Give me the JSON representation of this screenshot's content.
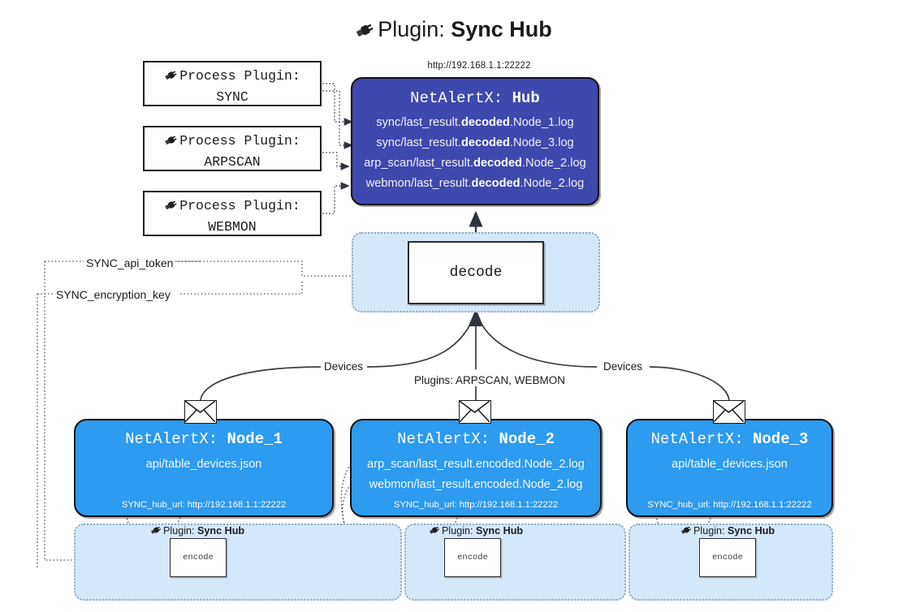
{
  "title": {
    "icon": "plug-icon",
    "prefix": "Plugin: ",
    "name": "Sync Hub"
  },
  "hub": {
    "url": "http://192.168.1.1:22222",
    "label_prefix": "NetAlertX: ",
    "label_name": "Hub",
    "lines": [
      {
        "pre": "sync/last_result.",
        "mid": "decoded",
        "post": ".Node_1.log"
      },
      {
        "pre": "sync/last_result.",
        "mid": "decoded",
        "post": ".Node_3.log"
      },
      {
        "pre": "arp_scan/last_result.",
        "mid": "decoded",
        "post": ".Node_2.log"
      },
      {
        "pre": "webmon/last_result.",
        "mid": "decoded",
        "post": ".Node_2.log"
      }
    ]
  },
  "process_plugins": [
    {
      "icon": "plug-icon",
      "line1": "Process Plugin:",
      "line2": "SYNC"
    },
    {
      "icon": "plug-icon",
      "line1": "Process Plugin:",
      "line2": "ARPSCAN"
    },
    {
      "icon": "plug-icon",
      "line1": "Process Plugin:",
      "line2": "WEBMON"
    }
  ],
  "decode": {
    "label": "decode"
  },
  "keys": {
    "api_token": "SYNC_api_token",
    "encryption_key": "SYNC_encryption_key"
  },
  "edge_labels": {
    "devices_left": "Devices",
    "plugins_center": "Plugins: ARPSCAN, WEBMON",
    "devices_right": "Devices"
  },
  "nodes": [
    {
      "icon": "envelope-icon",
      "label_prefix": "NetAlertX: ",
      "label_name": "Node_1",
      "lines": [
        "api/table_devices.json"
      ],
      "footer": "SYNC_hub_url: http://192.168.1.1:22222"
    },
    {
      "icon": "envelope-icon",
      "label_prefix": "NetAlertX: ",
      "label_name": "Node_2",
      "lines": [
        "arp_scan/last_result.encoded.Node_2.log",
        "webmon/last_result.encoded.Node_2.log"
      ],
      "footer": "SYNC_hub_url: http://192.168.1.1:22222"
    },
    {
      "icon": "envelope-icon",
      "label_prefix": "NetAlertX: ",
      "label_name": "Node_3",
      "lines": [
        "api/table_devices.json"
      ],
      "footer": "SYNC_hub_url: http://192.168.1.1:22222"
    }
  ],
  "encode_groups": [
    {
      "icon": "plug-icon",
      "caption_prefix": "Plugin: ",
      "caption_name": "Sync Hub",
      "box_label": "encode"
    },
    {
      "icon": "plug-icon",
      "caption_prefix": "Plugin: ",
      "caption_name": "Sync Hub",
      "box_label": "encode"
    },
    {
      "icon": "plug-icon",
      "caption_prefix": "Plugin: ",
      "caption_name": "Sync Hub",
      "box_label": "encode"
    }
  ],
  "colors": {
    "hub_fill": "#3f48ad",
    "node_fill": "#2d9bf0",
    "group_fill": "#d5e8f9",
    "group_border": "#8fa7bd",
    "stroke": "#3b3b44",
    "background": "#ffffff"
  }
}
